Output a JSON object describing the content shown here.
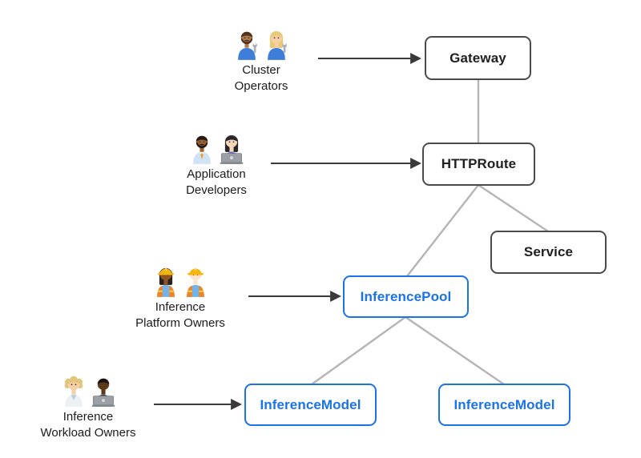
{
  "colors": {
    "background": "#ffffff",
    "node_border_dark": "#4a4a4a",
    "node_text_dark": "#1f1f1f",
    "node_border_blue": "#1a73e8",
    "node_text_blue": "#1a73e8",
    "edge_gray": "#b5b5b5",
    "arrow_dark": "#3a3a3a"
  },
  "nodes": [
    {
      "id": "gateway",
      "label": "Gateway",
      "style": "dark"
    },
    {
      "id": "httproute",
      "label": "HTTPRoute",
      "style": "dark"
    },
    {
      "id": "service",
      "label": "Service",
      "style": "dark"
    },
    {
      "id": "inferencepool",
      "label": "InferencePool",
      "style": "blue"
    },
    {
      "id": "inferencemodel-left",
      "label": "InferenceModel",
      "style": "blue"
    },
    {
      "id": "inferencemodel-right",
      "label": "InferenceModel",
      "style": "blue"
    }
  ],
  "edges": [
    {
      "from": "gateway",
      "to": "httproute"
    },
    {
      "from": "httproute",
      "to": "service"
    },
    {
      "from": "httproute",
      "to": "inferencepool"
    },
    {
      "from": "inferencepool",
      "to": "inferencemodel-left"
    },
    {
      "from": "inferencepool",
      "to": "inferencemodel-right"
    }
  ],
  "actor_arrows": [
    {
      "from": "cluster-operators",
      "to": "gateway"
    },
    {
      "from": "application-developers",
      "to": "httproute"
    },
    {
      "from": "inference-platform-owners",
      "to": "inferencepool"
    },
    {
      "from": "inference-workload-owners",
      "to": "inferencemodel-left"
    }
  ],
  "personas": [
    {
      "id": "cluster-operators",
      "lines": [
        "Cluster",
        "Operators"
      ],
      "icons": [
        {
          "name": "man-mechanic-emoji",
          "skin": "#b07b4f",
          "hair": "#52331c",
          "hair_style": "short",
          "facial_hair": true,
          "shirt": "#3f7ed8",
          "accessory": "wrench"
        },
        {
          "name": "woman-mechanic-emoji",
          "skin": "#f5cfa6",
          "hair": "#e9c878",
          "hair_style": "bob",
          "shirt": "#3f7ed8",
          "accessory": "wrench"
        }
      ]
    },
    {
      "id": "application-developers",
      "lines": [
        "Application",
        "Developers"
      ],
      "icons": [
        {
          "name": "man-office-worker-emoji",
          "skin": "#9c6430",
          "hair": "#241b16",
          "hair_style": "short",
          "facial_hair": true,
          "shirt": "#cfe3f5",
          "accessory": "tie",
          "tie_color": "#e8a33d"
        },
        {
          "name": "woman-technologist-emoji",
          "skin": "#f6d7ba",
          "hair": "#26262b",
          "hair_style": "bob",
          "shirt": "#5a5fc7",
          "accessory": "laptop"
        }
      ]
    },
    {
      "id": "inference-platform-owners",
      "lines": [
        "Inference",
        "Platform Owners"
      ],
      "icons": [
        {
          "name": "woman-construction-worker-emoji",
          "skin": "#8d5524",
          "hair": "#2a211c",
          "hair_style": "bob",
          "hat": "hardhat",
          "shirt": "#74b3e8",
          "vest": "#f08424"
        },
        {
          "name": "man-construction-worker-emoji",
          "skin": "#fde3c9",
          "hair": "#9a6a33",
          "hair_style": "short",
          "hat": "hardhat",
          "shirt": "#74b3e8",
          "vest": "#f08424"
        }
      ]
    },
    {
      "id": "inference-workload-owners",
      "lines": [
        "Inference",
        "Workload Owners"
      ],
      "icons": [
        {
          "name": "health-worker-emoji",
          "skin": "#f5cfa6",
          "hair": "#e3c57c",
          "hair_style": "curly",
          "shirt": "#b9cedd",
          "coat": true
        },
        {
          "name": "man-technologist-emoji",
          "skin": "#5f3a18",
          "hair": "#17120f",
          "hair_style": "short",
          "shirt": "#2f3a4a",
          "accessory": "laptop"
        }
      ]
    }
  ]
}
